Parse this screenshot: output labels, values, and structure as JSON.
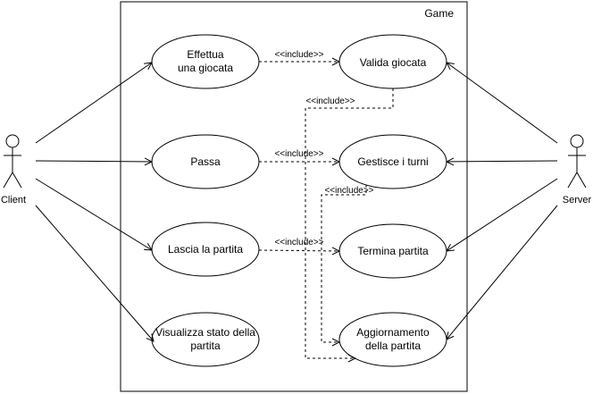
{
  "system": {
    "name": "Game"
  },
  "actors": {
    "client": {
      "label": "Client"
    },
    "server": {
      "label": "Server"
    }
  },
  "use_cases": {
    "effettua": {
      "lines": [
        "Effettua",
        "una giocata"
      ]
    },
    "passa": {
      "lines": [
        "Passa"
      ]
    },
    "lascia": {
      "lines": [
        "Lascia la partita"
      ]
    },
    "visualizza": {
      "lines": [
        "Visualizza stato della",
        "partita"
      ]
    },
    "valida": {
      "lines": [
        "Valida giocata"
      ]
    },
    "gestisce": {
      "lines": [
        "Gestisce i turni"
      ]
    },
    "termina": {
      "lines": [
        "Termina partita"
      ]
    },
    "aggiornamento": {
      "lines": [
        "Aggiornamento",
        "della partita"
      ]
    }
  },
  "relations": {
    "include_label": "<<include>>"
  }
}
